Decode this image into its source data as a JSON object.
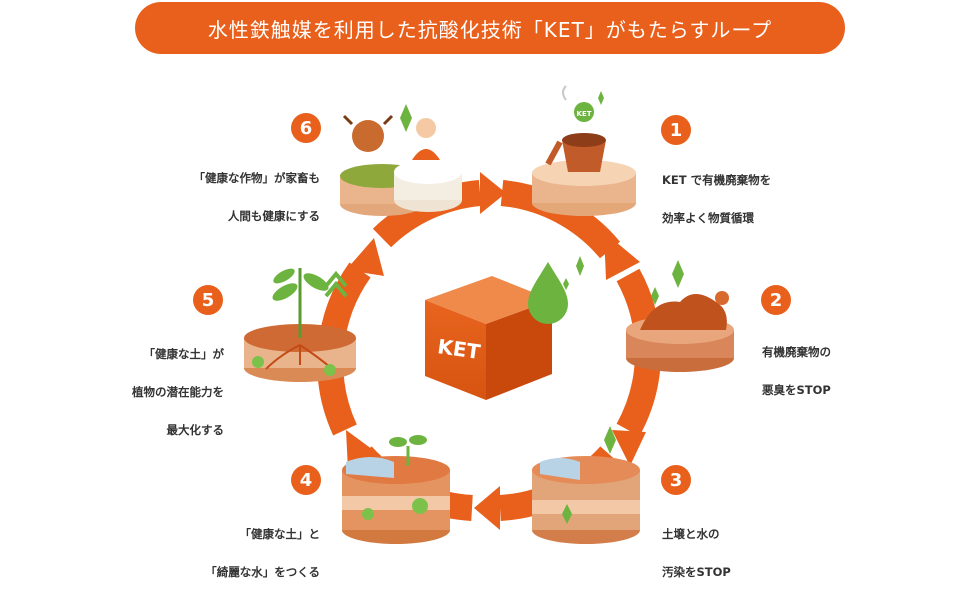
{
  "title": "水性鉄触媒を利用した抗酸化技術「KET」がもたらすループ",
  "colors": {
    "orange": "#e8601c",
    "orange_light": "#ef8a4f",
    "green": "#6db33f",
    "soil": "#e9b98c",
    "soil_dark": "#c97b4a"
  },
  "center": {
    "cube_label": "KET"
  },
  "steps": [
    {
      "number": "1",
      "line1": "KET で有機廃棄物を",
      "line2": "効率よく物質循環"
    },
    {
      "number": "2",
      "line1": "有機廃棄物の",
      "line2": "悪臭をSTOP"
    },
    {
      "number": "3",
      "line1": "土壌と水の",
      "line2": "汚染をSTOP"
    },
    {
      "number": "4",
      "line1": "「健康な土」と",
      "line2": "「綺麗な水」をつくる"
    },
    {
      "number": "5",
      "line1": "「健康な土」が",
      "line2": "植物の潜在能力を",
      "line3": "最大化する"
    },
    {
      "number": "6",
      "line1": "「健康な作物」が家畜も",
      "line2": "人間も健康にする"
    }
  ],
  "icons": {
    "step1": "compost-bin-icon",
    "step2": "organic-waste-icon",
    "step3": "soil-water-layers-icon",
    "step4": "healthy-soil-sprout-icon",
    "step5": "plant-roots-icon",
    "step6": "cow-and-person-icon"
  }
}
